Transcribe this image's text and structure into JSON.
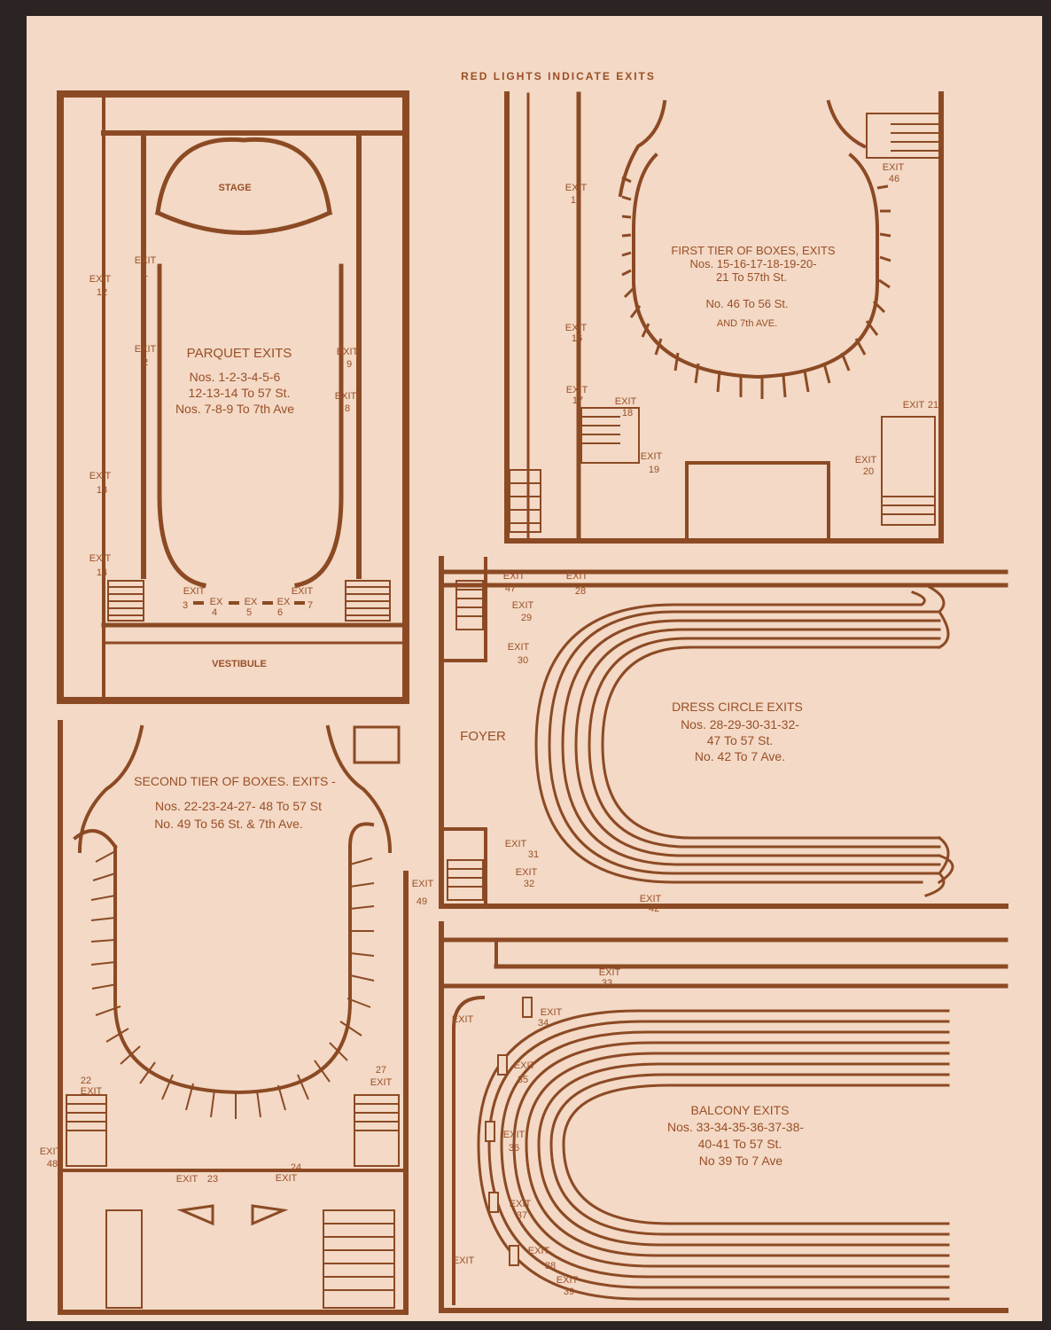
{
  "header": "RED LIGHTS INDICATE EXITS",
  "colors": {
    "paper": "#f3d9c6",
    "ink": "#8c4a24",
    "background": "#2b2422"
  },
  "parquet": {
    "stage": "STAGE",
    "vestibule": "VESTIBULE",
    "title": "PARQUET EXITS",
    "line1": "Nos. 1-2-3-4-5-6",
    "line2": "12-13-14 To 57 St.",
    "line3": "Nos. 7-8-9 To 7th Ave",
    "exit_word": "EXIT",
    "ex_word": "EX",
    "exits": [
      "1",
      "2",
      "3",
      "4",
      "5",
      "6",
      "7",
      "8",
      "9",
      "12",
      "13",
      "14"
    ]
  },
  "first_tier": {
    "title": "FIRST TIER OF BOXES, EXITS",
    "line1": "Nos. 15-16-17-18-19-20-",
    "line2": "21 To 57th St.",
    "line3": "No. 46 To 56 St.",
    "line4": "AND 7th AVE.",
    "exit_word": "EXIT",
    "exits": [
      "15",
      "16",
      "17",
      "18",
      "19",
      "20",
      "21",
      "46"
    ]
  },
  "dress_circle": {
    "foyer": "FOYER",
    "title": "DRESS CIRCLE EXITS",
    "line1": "Nos. 28-29-30-31-32-",
    "line2": "47 To 57 St.",
    "line3": "No. 42 To 7 Ave.",
    "exit_word": "EXIT",
    "exits": [
      "28",
      "29",
      "30",
      "31",
      "32",
      "42",
      "47"
    ]
  },
  "second_tier": {
    "title": "SECOND TIER OF BOXES. EXITS -",
    "line1": "Nos. 22-23-24-27- 48 To 57 St",
    "line2": "No. 49 To 56 St. & 7th Ave.",
    "exit_word": "EXIT",
    "exits": [
      "22",
      "23",
      "24",
      "27",
      "48",
      "49"
    ]
  },
  "balcony": {
    "title": "BALCONY EXITS",
    "line1": "Nos. 33-34-35-36-37-38-",
    "line2": "40-41 To 57 St.",
    "line3": "No 39 To 7 Ave",
    "exit_word": "EXIT",
    "exits": [
      "33",
      "34",
      "35",
      "36",
      "37",
      "38",
      "39"
    ]
  }
}
